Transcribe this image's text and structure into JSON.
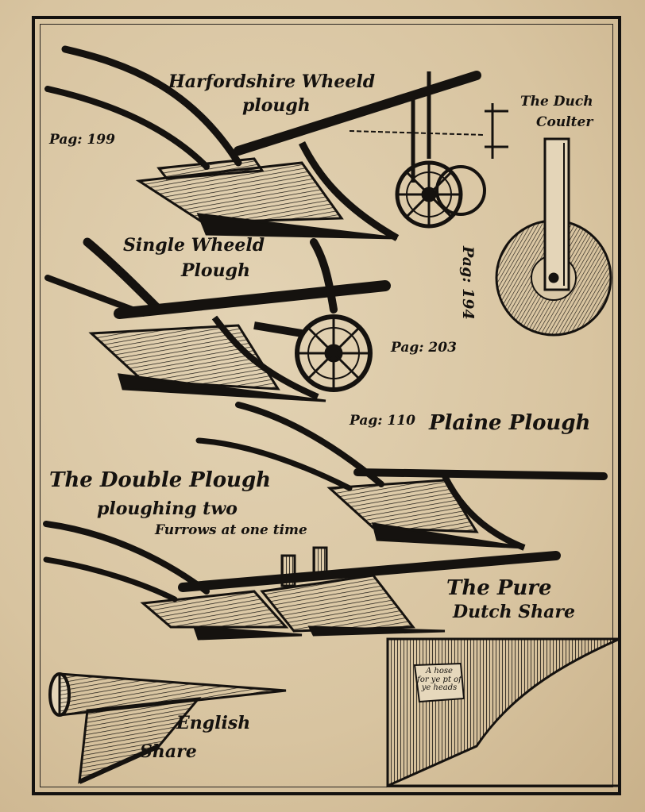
{
  "labels": {
    "harfordshire_line1": "Harfordshire Wheeld",
    "harfordshire_line2": "plough",
    "duch_line1": "The Duch",
    "duch_line2": "Coulter",
    "pag199": "Pag: 199",
    "single_line1": "Single Wheeld",
    "single_line2": "Plough",
    "pag194": "Pag: 194",
    "pag203": "Pag: 203",
    "pag110": "Pag: 110",
    "plaine": "Plaine Plough",
    "double_line1": "The Double Plough",
    "double_line2": "ploughing two",
    "double_line3": "Furrows at one time",
    "pure_line1": "The Pure",
    "pure_line2": "Dutch Share",
    "english_line1": "English",
    "english_line2": "Share",
    "socket_line1": "A hose",
    "socket_line2": "for ye pt of",
    "socket_line3": "ye heads"
  },
  "colors": {
    "paper": "#d9c7a6",
    "ink": "#15120f"
  }
}
